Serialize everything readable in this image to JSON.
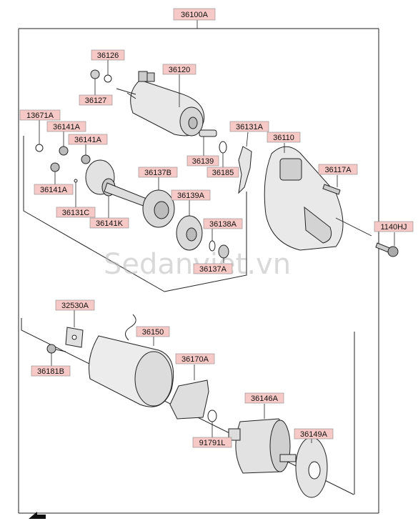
{
  "title_part_number": "36100A",
  "watermark": "Sedanviet.vn",
  "labels": {
    "l36126": "36126",
    "l36127": "36127",
    "l36120": "36120",
    "l13671A": "13671A",
    "l36141A_1": "36141A",
    "l36141A_2": "36141A",
    "l36141A_3": "36141A",
    "l36131C": "36131C",
    "l36141K": "36141K",
    "l36137B": "36137B",
    "l36139A": "36139A",
    "l36138A": "36138A",
    "l36137A": "36137A",
    "l36139": "36139",
    "l36185": "36185",
    "l36131A": "36131A",
    "l36110": "36110",
    "l36117A": "36117A",
    "l1140HJ": "1140HJ",
    "l32530A": "32530A",
    "l36150": "36150",
    "l36181B": "36181B",
    "l36170A": "36170A",
    "l91791L": "91791L",
    "l36146A": "36146A",
    "l36149A": "36149A"
  },
  "colors": {
    "label_fill": "#f7c9c6",
    "line": "#222222",
    "part_fill": "#e6e6e6",
    "watermark": "#b9b9b9"
  },
  "icons": {
    "front_direction": "arrow-front-icon"
  }
}
